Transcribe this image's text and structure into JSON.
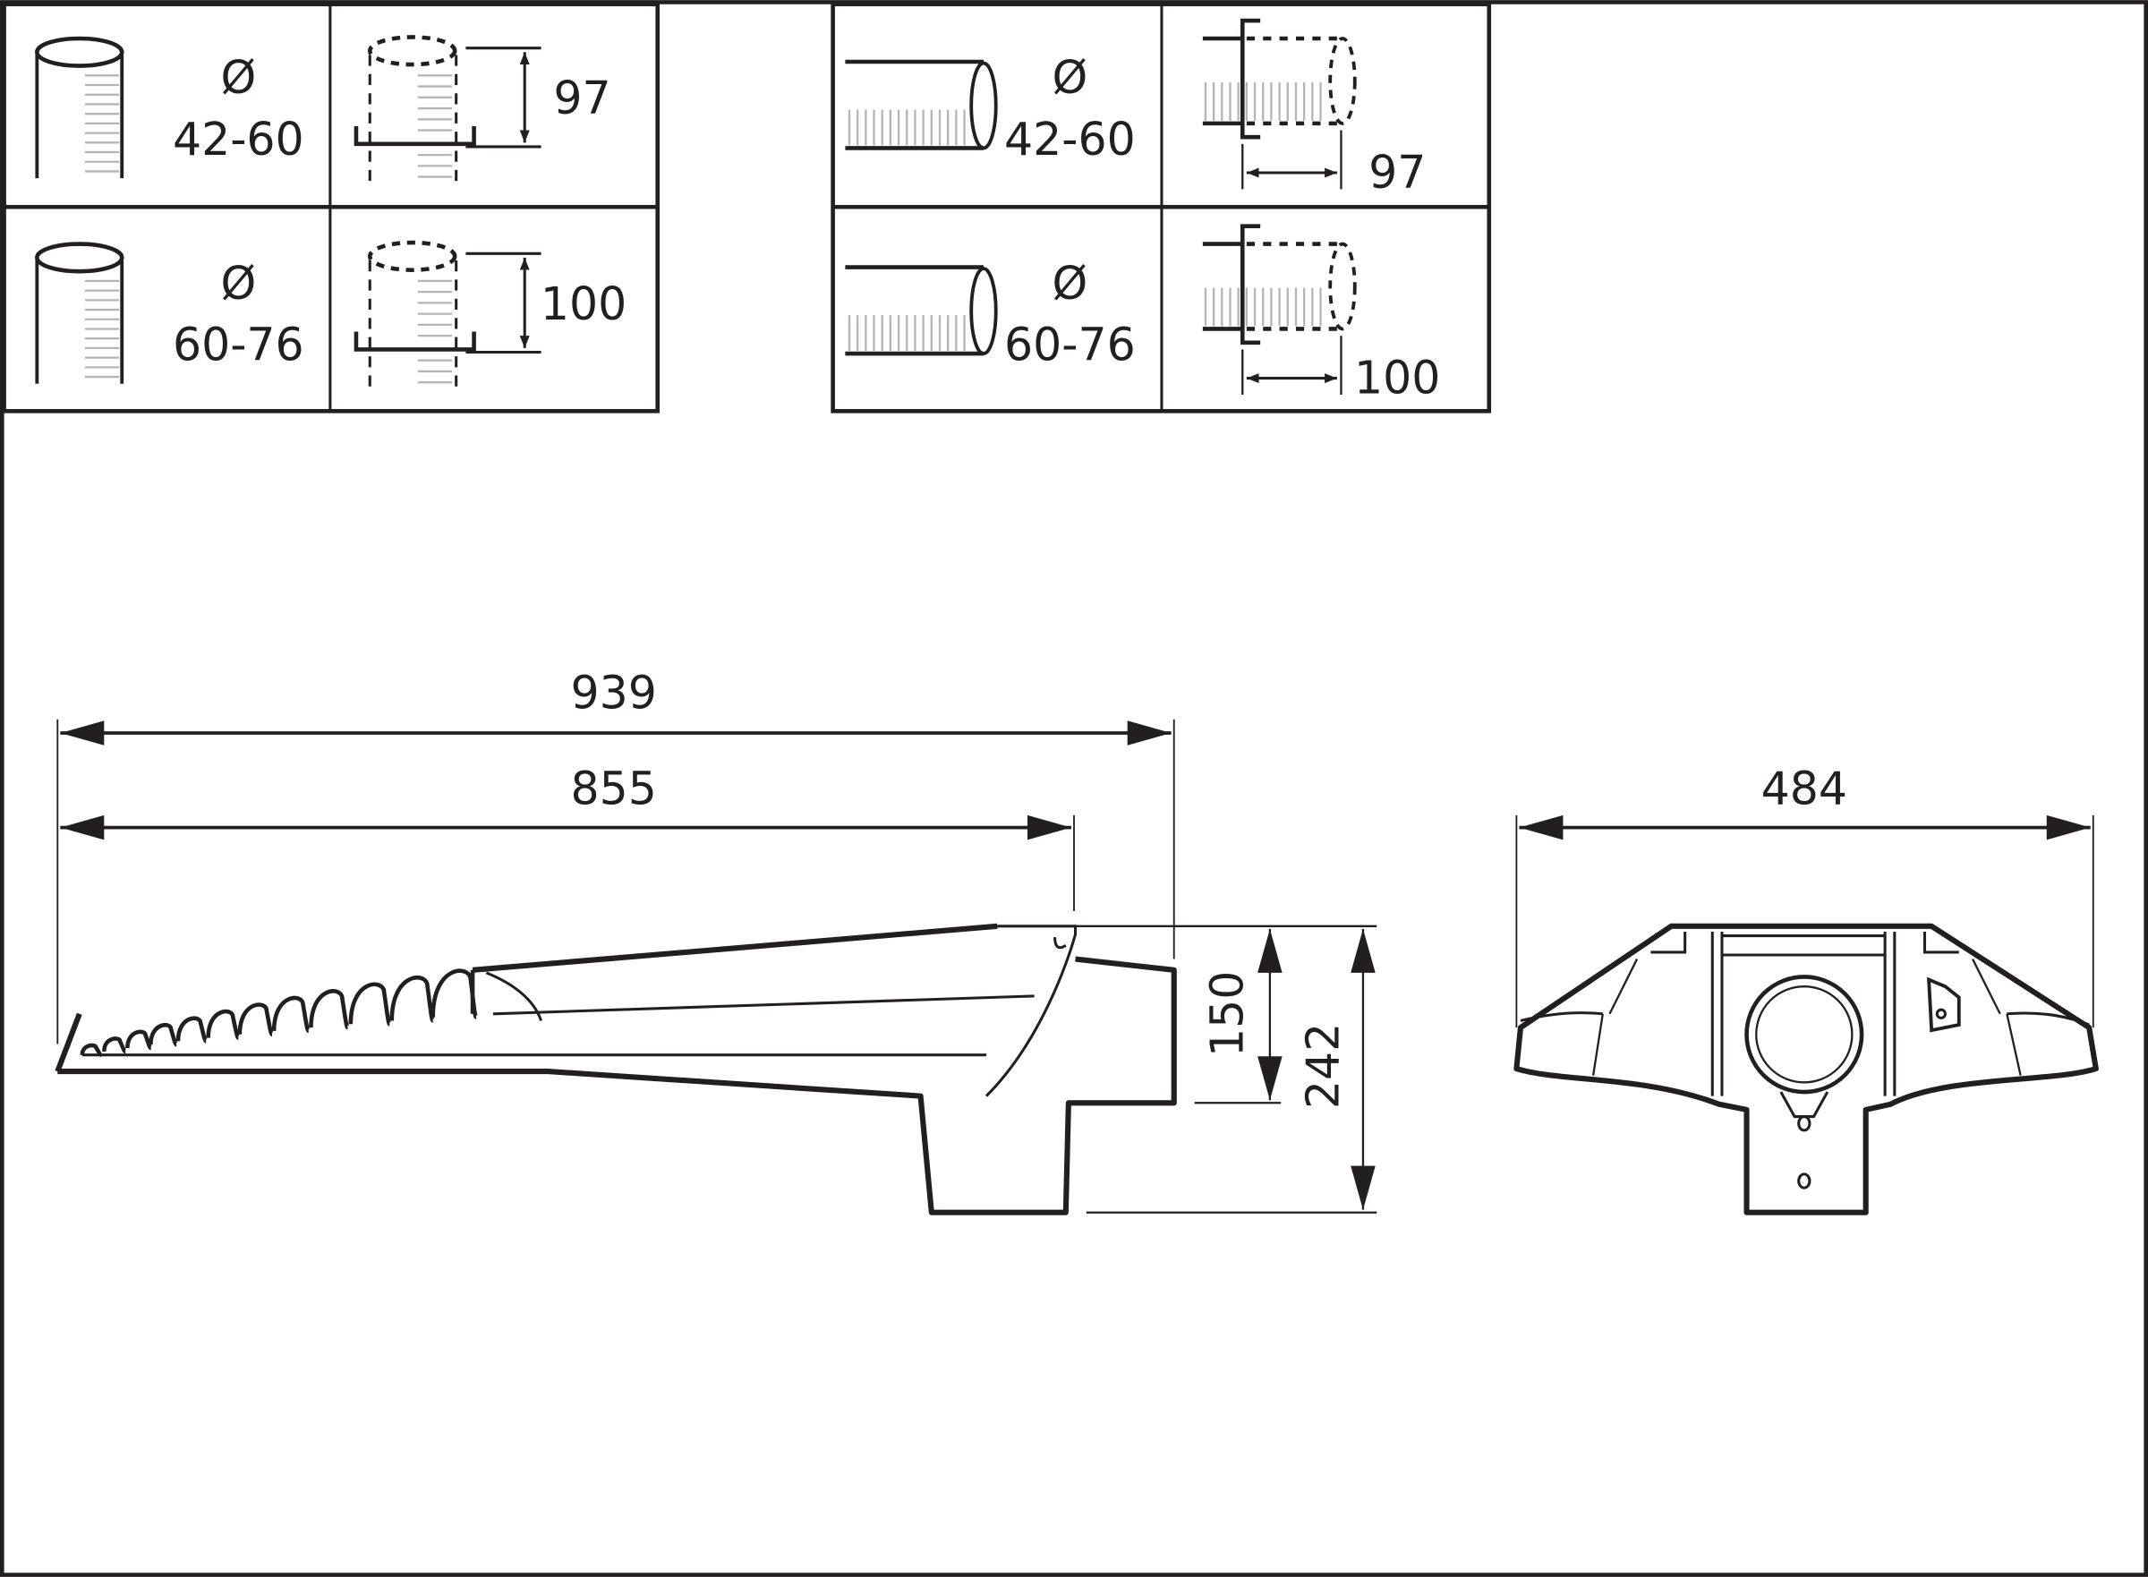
{
  "mounting_table_vertical": {
    "rows": [
      {
        "diameter_symbol": "Ø",
        "diameter_range": "42-60",
        "insertion_depth": "97"
      },
      {
        "diameter_symbol": "Ø",
        "diameter_range": "60-76",
        "insertion_depth": "100"
      }
    ]
  },
  "mounting_table_horizontal": {
    "rows": [
      {
        "diameter_symbol": "Ø",
        "diameter_range": "42-60",
        "insertion_depth": "97"
      },
      {
        "diameter_symbol": "Ø",
        "diameter_range": "60-76",
        "insertion_depth": "100"
      }
    ]
  },
  "dimensions": {
    "overall_length": "939",
    "body_length": "855",
    "width": "484",
    "body_height": "150",
    "overall_height": "242"
  },
  "colors": {
    "line": "#231f20",
    "hatch": "#b5b5b5"
  }
}
